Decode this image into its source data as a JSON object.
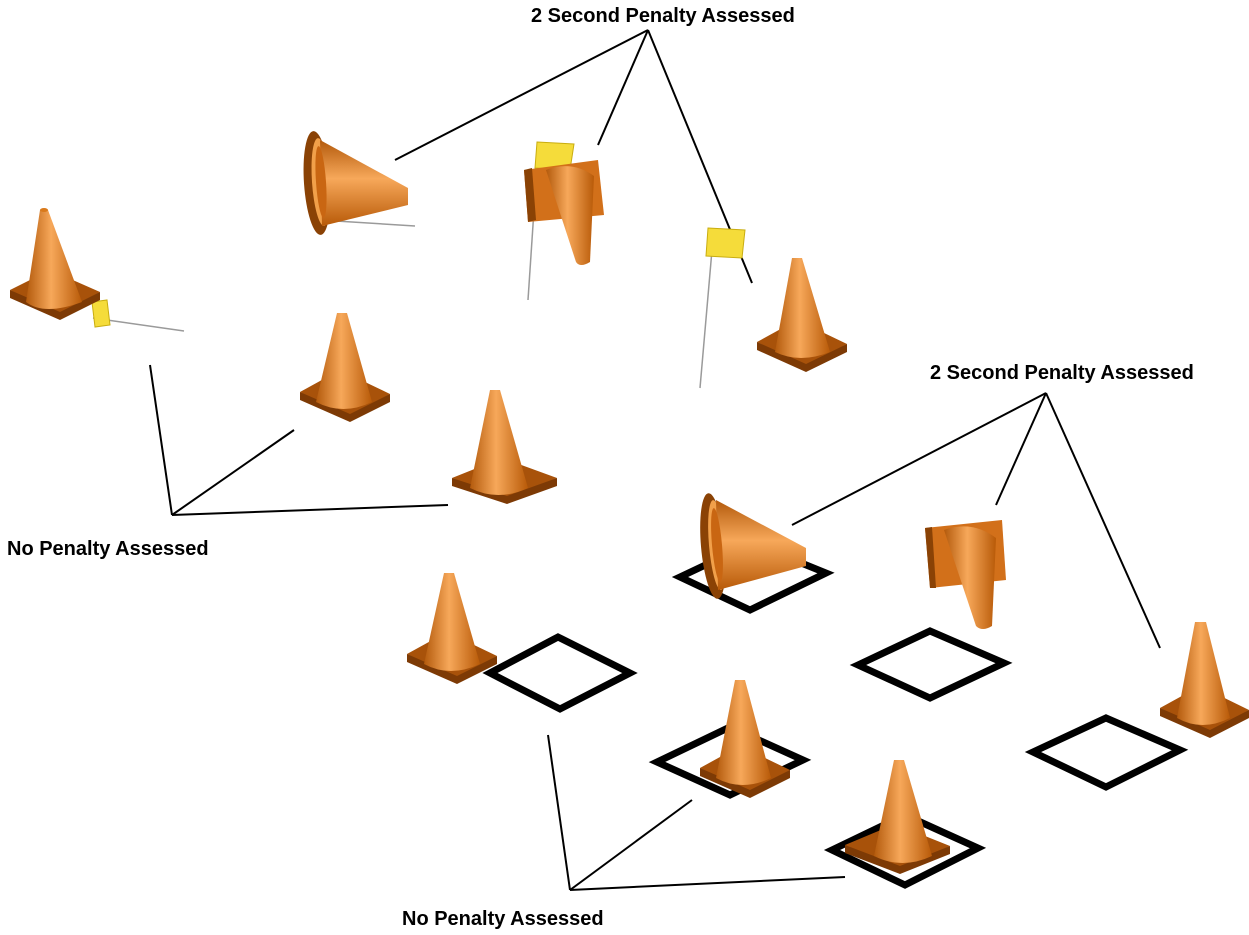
{
  "labels": {
    "top_penalty": "2 Second Penalty Assessed",
    "left_no_penalty": "No Penalty Assessed",
    "right_penalty": "2 Second Penalty Assessed",
    "bottom_no_penalty": "No Penalty Assessed"
  },
  "colors": {
    "cone_light": "#f6a452",
    "cone_mid": "#e07818",
    "cone_dark": "#a84e08",
    "flag": "#f5dc3a",
    "box_outline": "#000000",
    "leader_line": "#000000"
  },
  "groups": [
    {
      "name": "flag-scenario-2-second",
      "annotation": "top_penalty",
      "cones": [
        "knocked-over",
        "knocked-over-on-flag",
        "upright"
      ]
    },
    {
      "name": "flag-scenario-no-penalty",
      "annotation": "left_no_penalty",
      "cones": [
        "upright",
        "upright",
        "upright"
      ]
    },
    {
      "name": "box-scenario-2-second",
      "annotation": "right_penalty",
      "cones": [
        "knocked-over-in-box",
        "knocked-over",
        "upright-out-of-box"
      ]
    },
    {
      "name": "box-scenario-no-penalty",
      "annotation": "bottom_no_penalty",
      "cones": [
        "upright-touching-box",
        "upright-in-box",
        "upright-in-box"
      ]
    }
  ]
}
